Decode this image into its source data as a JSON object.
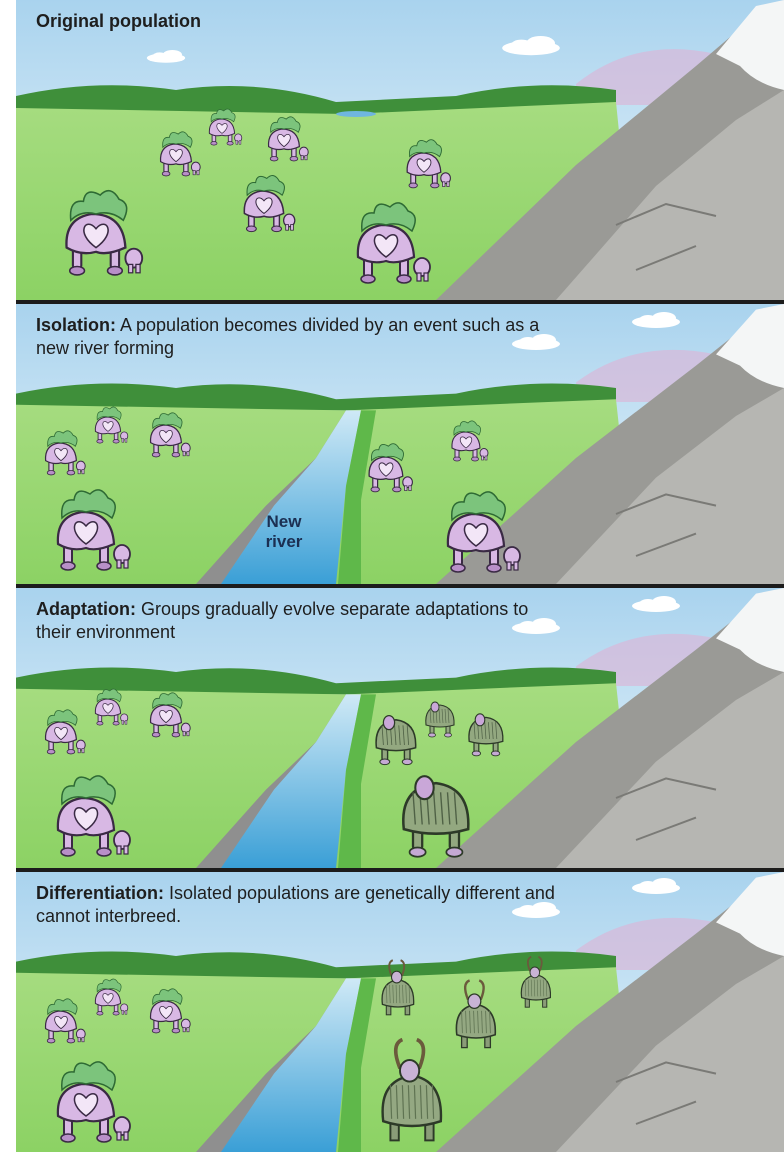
{
  "panels": [
    {
      "title": "Original population",
      "text": ""
    },
    {
      "title": "Isolation:",
      "text": " A population becomes divided by an event such as a new river forming",
      "river_label": "New\nriver"
    },
    {
      "title": "Adaptation:",
      "text": " Groups gradually evolve separate adaptations to their environment"
    },
    {
      "title": "Differentiation:",
      "text": " Isolated populations are genetically different and cannot interbreed."
    }
  ],
  "colors": {
    "sky_top": "#a9d3ee",
    "grass": "#8cd264",
    "grass_dark": "#5fb84a",
    "river": "#3a9fd6",
    "rock": "#9a9a96",
    "snow": "#f4f6f6",
    "creature_body": "#d8b8e4",
    "creature_mane": "#7cc47c",
    "adapted_body": "#93a880"
  },
  "icons": [
    "cloud-icon",
    "creature-icon",
    "adapted-creature-icon",
    "goat-creature-icon",
    "mountain-icon",
    "river-icon"
  ]
}
